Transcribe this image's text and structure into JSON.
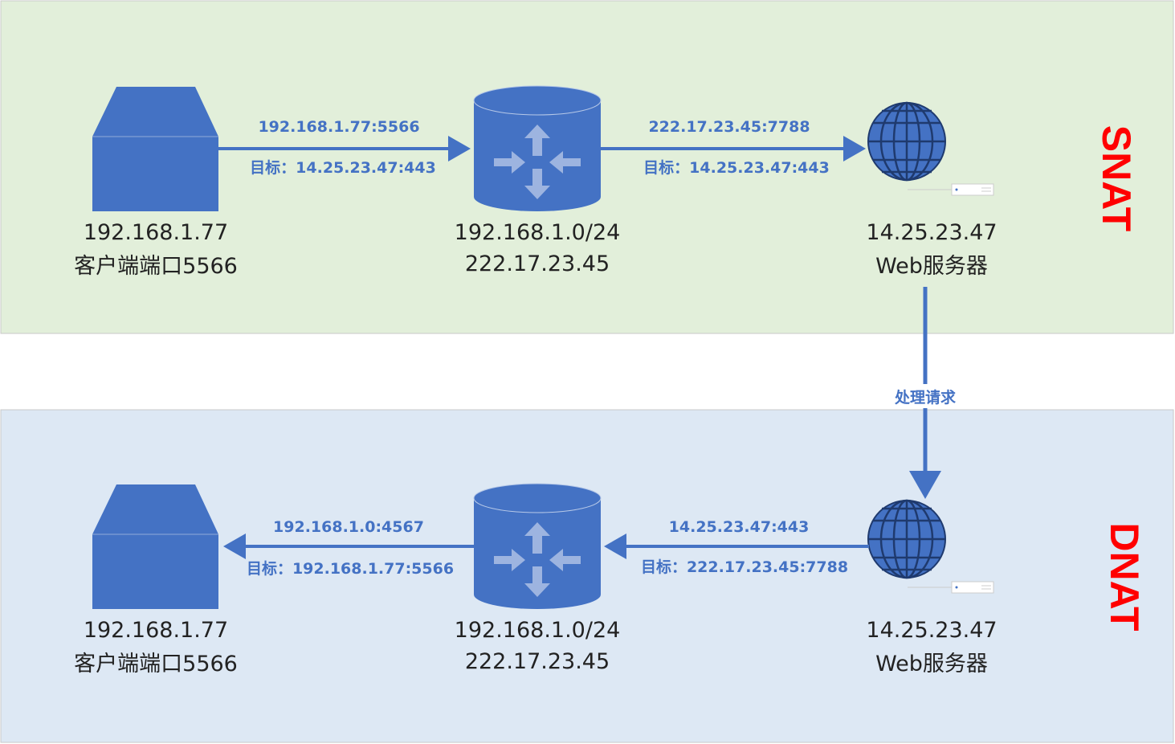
{
  "colors": {
    "snat_bg": "#e2efda",
    "dnat_bg": "#dde8f4",
    "shape": "#4472c4",
    "title": "#ff0000"
  },
  "snat": {
    "title": "SNAT",
    "client_ip": "192.168.1.77",
    "client_port": "客户端端口5566",
    "router_lan": "192.168.1.0/24",
    "router_wan": "222.17.23.45",
    "server_ip": "14.25.23.47",
    "server_name": "Web服务器",
    "link1_src": "192.168.1.77:5566",
    "link1_dst": "目标：14.25.23.47:443",
    "link2_src": "222.17.23.45:7788",
    "link2_dst": "目标：14.25.23.47:443"
  },
  "process_label": "处理请求",
  "dnat": {
    "title": "DNAT",
    "client_ip": "192.168.1.77",
    "client_port": "客户端端口5566",
    "router_lan": "192.168.1.0/24",
    "router_wan": "222.17.23.45",
    "server_ip": "14.25.23.47",
    "server_name": "Web服务器",
    "link1_src": "192.168.1.0:4567",
    "link1_dst": "目标：192.168.1.77:5566",
    "link2_src": "14.25.23.47:443",
    "link2_dst": "目标：222.17.23.45:7788"
  }
}
